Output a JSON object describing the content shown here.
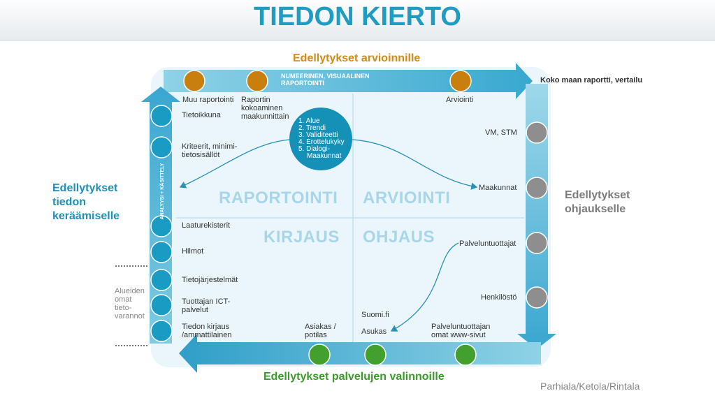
{
  "title": "TIEDON KIERTO",
  "headings": {
    "top": "Edellytykset arvioinnille",
    "left": "Edellytykset tiedon keräämiselle",
    "right": "Edellytykset ohjaukselle",
    "bottom": "Edellytykset palvelujen valinnoille"
  },
  "top_arrow_text": "NUMEERINEN, VISUAALINEN RAPORTOINTI",
  "left_arrow_text": "ANALYYSI + KÄSITTELY",
  "top_right_text": "Koko maan raportti, vertailu",
  "quadrants": [
    "RAPORTOINTI",
    "ARVIOINTI",
    "KIRJAUS",
    "OHJAUS"
  ],
  "circle_list": [
    "1. Alue",
    "2. Trendi",
    "3. Validiteetti",
    "4. Erottelukyky",
    "5. Dialogi-",
    "Maakunnat"
  ],
  "top_labels": [
    "Muu raportointi",
    "Raportin kokoaminen maakunnittain",
    "Arviointi"
  ],
  "left_labels": [
    "Tietoikkuna",
    "Kriteerit, minimi-tietosisällöt",
    "Laaturekisterit",
    "Hilmot",
    "Tietojärjestelmät",
    "Tuottajan ICT-palvelut",
    "Tiedon kirjaus /ammattilainen"
  ],
  "side_note": "Alueiden omat tieto-varannot",
  "right_labels": [
    "VM, STM",
    "Maakunnat",
    "Palveluntuottajat",
    "Henkilöstö"
  ],
  "bottom_labels": [
    "Asiakas / potilas",
    "Suomi.fi",
    "Asukas",
    "Palveluntuottajan omat www-sivut"
  ],
  "credit": "Parhiala/Ketola/Rintala",
  "colors": {
    "title": "#1e9cc2",
    "arrow_light": "#6cc4de",
    "arrow_dark": "#1b93bb",
    "orange": "#c97f0d",
    "blue_dot": "#1a9bc4",
    "grey_dot": "#8e8e8e",
    "green_dot": "#43a02e",
    "heading_orange": "#d08a17",
    "heading_blue": "#1f8fb5",
    "heading_grey": "#7b7b7b",
    "heading_green": "#3a9a2a"
  }
}
